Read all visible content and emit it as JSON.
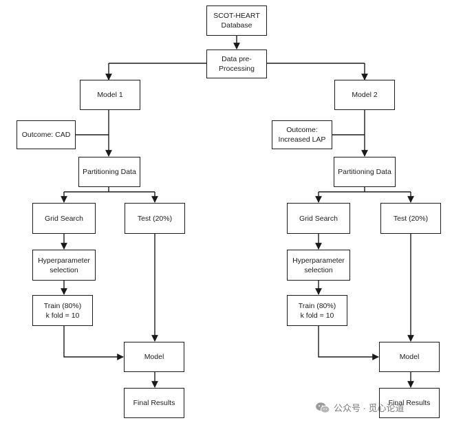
{
  "nodes": {
    "db": "SCOT-HEART\nDatabase",
    "prep": "Data pre-\nProcessing",
    "m1": "Model 1",
    "m2": "Model 2",
    "o1": "Outcome: CAD",
    "o2": "Outcome:\nIncreased LAP",
    "p1": "Partitioning Data",
    "p2": "Partitioning Data",
    "g1": "Grid Search",
    "g2": "Grid Search",
    "t1": "Test (20%)",
    "t2": "Test (20%)",
    "h1": "Hyperparameter\nselection",
    "h2": "Hyperparameter\nselection",
    "tr1": "Train (80%)\nk fold = 10",
    "tr2": "Train (80%)\nk fold = 10",
    "md1": "Model",
    "md2": "Model",
    "f1": "Final Results",
    "f2": "Final Results"
  },
  "watermark": {
    "text": "公众号 · 觅心论道",
    "icon": "wechat-icon"
  }
}
